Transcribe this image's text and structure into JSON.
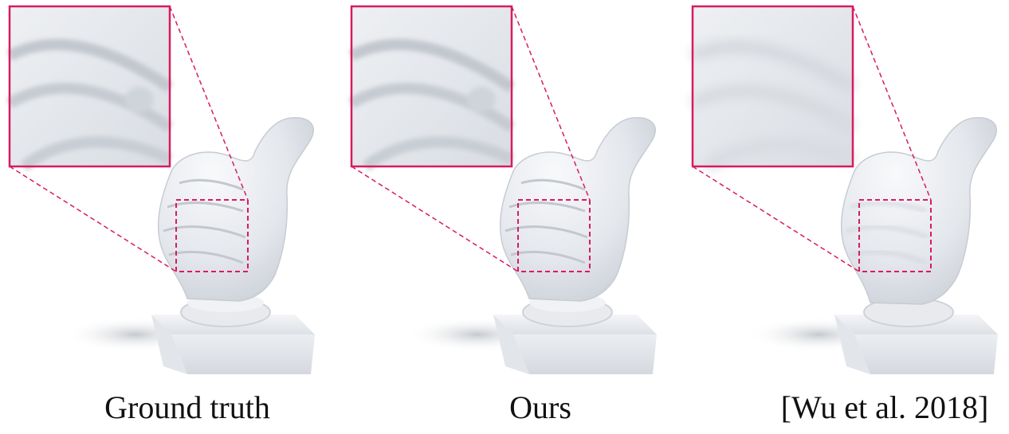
{
  "figure": {
    "accent_color": "#d81b60",
    "panels": [
      {
        "caption": "Ground truth"
      },
      {
        "caption": "Ours"
      },
      {
        "caption": "[Wu et al. 2018]"
      }
    ]
  }
}
